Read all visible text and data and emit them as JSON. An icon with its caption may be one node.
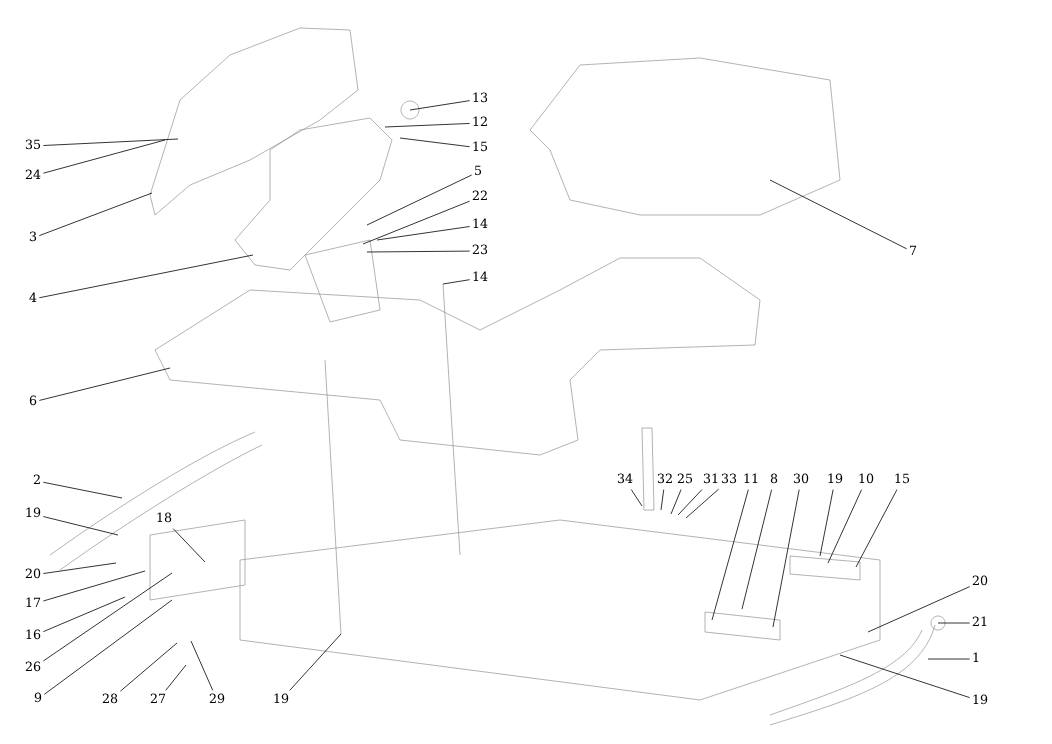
{
  "diagram": {
    "nodes": [
      {
        "text": [
          "35"
        ]
      },
      {
        "text": [
          "24"
        ]
      },
      {
        "text": [
          "3"
        ]
      },
      {
        "text": [
          "13"
        ]
      },
      {
        "text": [
          "12"
        ]
      },
      {
        "text": [
          "15"
        ]
      },
      {
        "text": [
          "5"
        ]
      },
      {
        "text": [
          "22"
        ]
      },
      {
        "text": [
          "14"
        ]
      },
      {
        "text": [
          "23"
        ]
      },
      {
        "text": [
          "4"
        ]
      },
      {
        "text": [
          "14"
        ]
      },
      {
        "text": [
          "7"
        ]
      },
      {
        "text": [
          "6"
        ]
      },
      {
        "text": [
          "2"
        ]
      },
      {
        "text": [
          "19"
        ]
      },
      {
        "text": [
          "20"
        ]
      },
      {
        "text": [
          "17"
        ]
      },
      {
        "text": [
          "18"
        ]
      },
      {
        "text": [
          "16"
        ]
      },
      {
        "text": [
          "26"
        ]
      },
      {
        "text": [
          "9"
        ]
      },
      {
        "text": [
          "28"
        ]
      },
      {
        "text": [
          "27"
        ]
      },
      {
        "text": [
          "29"
        ]
      },
      {
        "text": [
          "19"
        ]
      },
      {
        "text": [
          "34"
        ]
      },
      {
        "text": [
          "32"
        ]
      },
      {
        "text": [
          "25"
        ]
      },
      {
        "text": [
          "31"
        ]
      },
      {
        "text": [
          "33"
        ]
      },
      {
        "text": [
          "11"
        ]
      },
      {
        "text": [
          "8"
        ]
      },
      {
        "text": [
          "30"
        ]
      },
      {
        "text": [
          "19"
        ]
      },
      {
        "text": [
          "10"
        ]
      },
      {
        "text": [
          "15"
        ]
      },
      {
        "text": [
          "20"
        ]
      },
      {
        "text": [
          "21"
        ]
      },
      {
        "text": [
          "1"
        ]
      },
      {
        "text": [
          "19"
        ]
      }
    ],
    "edges": [
      {
        "from": 0,
        "to": null,
        "arrow": "none"
      },
      {
        "from": 1,
        "to": null,
        "arrow": "none"
      },
      {
        "from": 2,
        "to": null,
        "arrow": "none"
      },
      {
        "from": 3,
        "to": null,
        "arrow": "none"
      },
      {
        "from": 4,
        "to": null,
        "arrow": "none"
      },
      {
        "from": 5,
        "to": null,
        "arrow": "none"
      },
      {
        "from": 6,
        "to": null,
        "arrow": "none"
      },
      {
        "from": 7,
        "to": null,
        "arrow": "none"
      },
      {
        "from": 8,
        "to": null,
        "arrow": "none"
      },
      {
        "from": 9,
        "to": null,
        "arrow": "none"
      },
      {
        "from": 10,
        "to": null,
        "arrow": "none"
      },
      {
        "from": 11,
        "to": null,
        "arrow": "none"
      },
      {
        "from": 12,
        "to": null,
        "arrow": "none"
      },
      {
        "from": 13,
        "to": null,
        "arrow": "none"
      },
      {
        "from": 14,
        "to": null,
        "arrow": "none"
      },
      {
        "from": 15,
        "to": null,
        "arrow": "none"
      },
      {
        "from": 16,
        "to": null,
        "arrow": "none"
      },
      {
        "from": 17,
        "to": null,
        "arrow": "none"
      },
      {
        "from": 18,
        "to": null,
        "arrow": "none"
      },
      {
        "from": 19,
        "to": null,
        "arrow": "none"
      },
      {
        "from": 20,
        "to": null,
        "arrow": "none"
      },
      {
        "from": 21,
        "to": null,
        "arrow": "none"
      },
      {
        "from": 22,
        "to": null,
        "arrow": "none"
      },
      {
        "from": 23,
        "to": null,
        "arrow": "none"
      },
      {
        "from": 24,
        "to": null,
        "arrow": "none"
      },
      {
        "from": 25,
        "to": null,
        "arrow": "none"
      },
      {
        "from": 26,
        "to": null,
        "arrow": "none"
      },
      {
        "from": 27,
        "to": null,
        "arrow": "none"
      },
      {
        "from": 28,
        "to": null,
        "arrow": "none"
      },
      {
        "from": 29,
        "to": null,
        "arrow": "none"
      },
      {
        "from": 30,
        "to": null,
        "arrow": "none"
      },
      {
        "from": 31,
        "to": null,
        "arrow": "none"
      },
      {
        "from": 32,
        "to": null,
        "arrow": "none"
      },
      {
        "from": 33,
        "to": null,
        "arrow": "none"
      },
      {
        "from": 34,
        "to": null,
        "arrow": "none"
      },
      {
        "from": 35,
        "to": null,
        "arrow": "none"
      },
      {
        "from": 36,
        "to": null,
        "arrow": "none"
      },
      {
        "from": 37,
        "to": null,
        "arrow": "none"
      },
      {
        "from": 38,
        "to": null,
        "arrow": "none"
      },
      {
        "from": 39,
        "to": null,
        "arrow": "none"
      },
      {
        "from": 40,
        "to": null,
        "arrow": "none"
      }
    ]
  }
}
